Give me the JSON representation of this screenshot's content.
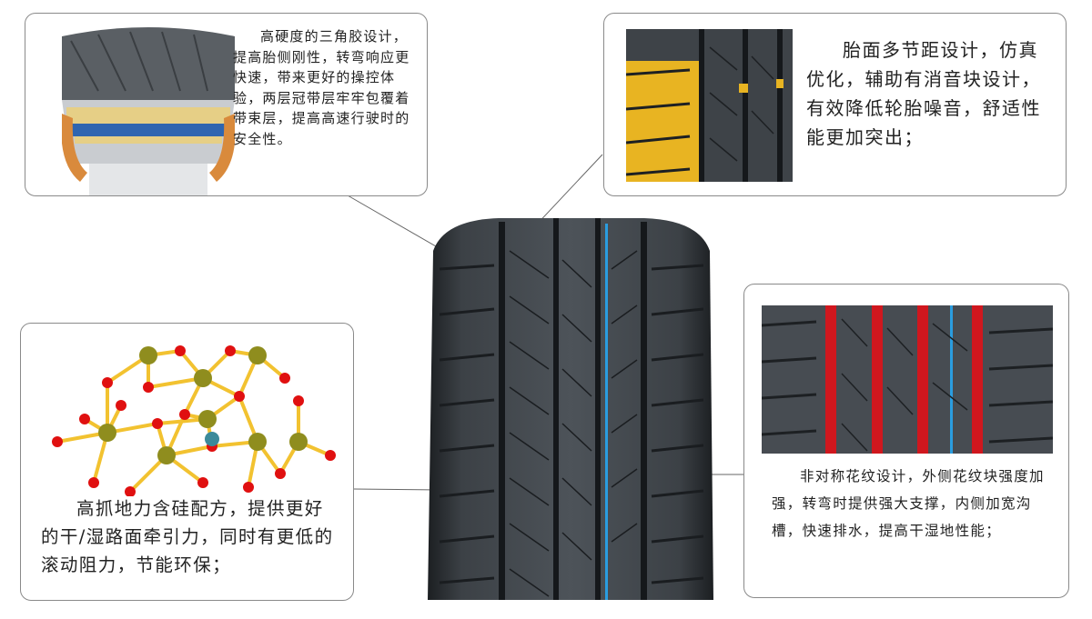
{
  "cards": {
    "sidewall": {
      "text": "高硬度的三角胶设计，提高胎侧刚性，转弯响应更快速，带来更好的操控体验，两层冠带层牢牢包覆着带束层，提高高速行驶时的安全性。"
    },
    "pitch": {
      "text": "胎面多节距设计，仿真优化，辅助有消音块设计，有效降低轮胎噪音，舒适性能更加突出；"
    },
    "silica": {
      "text": "高抓地力含硅配方，提供更好的干/湿路面牵引力，同时有更低的滚动阻力，节能环保；"
    },
    "asymmetric": {
      "text": "非对称花纹设计，外侧花纹块强度加强，转弯时提供强大支撑，内侧加宽沟槽，快速排水，提高干湿地性能；"
    }
  },
  "colors": {
    "border": "#8a8a8a",
    "tread_dark": "#2e3236",
    "tread_mid": "#4a4f55",
    "highlight_red": "#d0171e",
    "highlight_blue": "#2a9de0",
    "highlight_yellow": "#e8b422",
    "atom_red": "#e01010",
    "atom_olive": "#8f8d1e",
    "bond_yellow": "#f2c230"
  },
  "icons": [
    "tire-cross-section-image",
    "tread-pitch-image",
    "silica-molecule-image",
    "tread-asymmetric-image",
    "tire-tread-image"
  ]
}
